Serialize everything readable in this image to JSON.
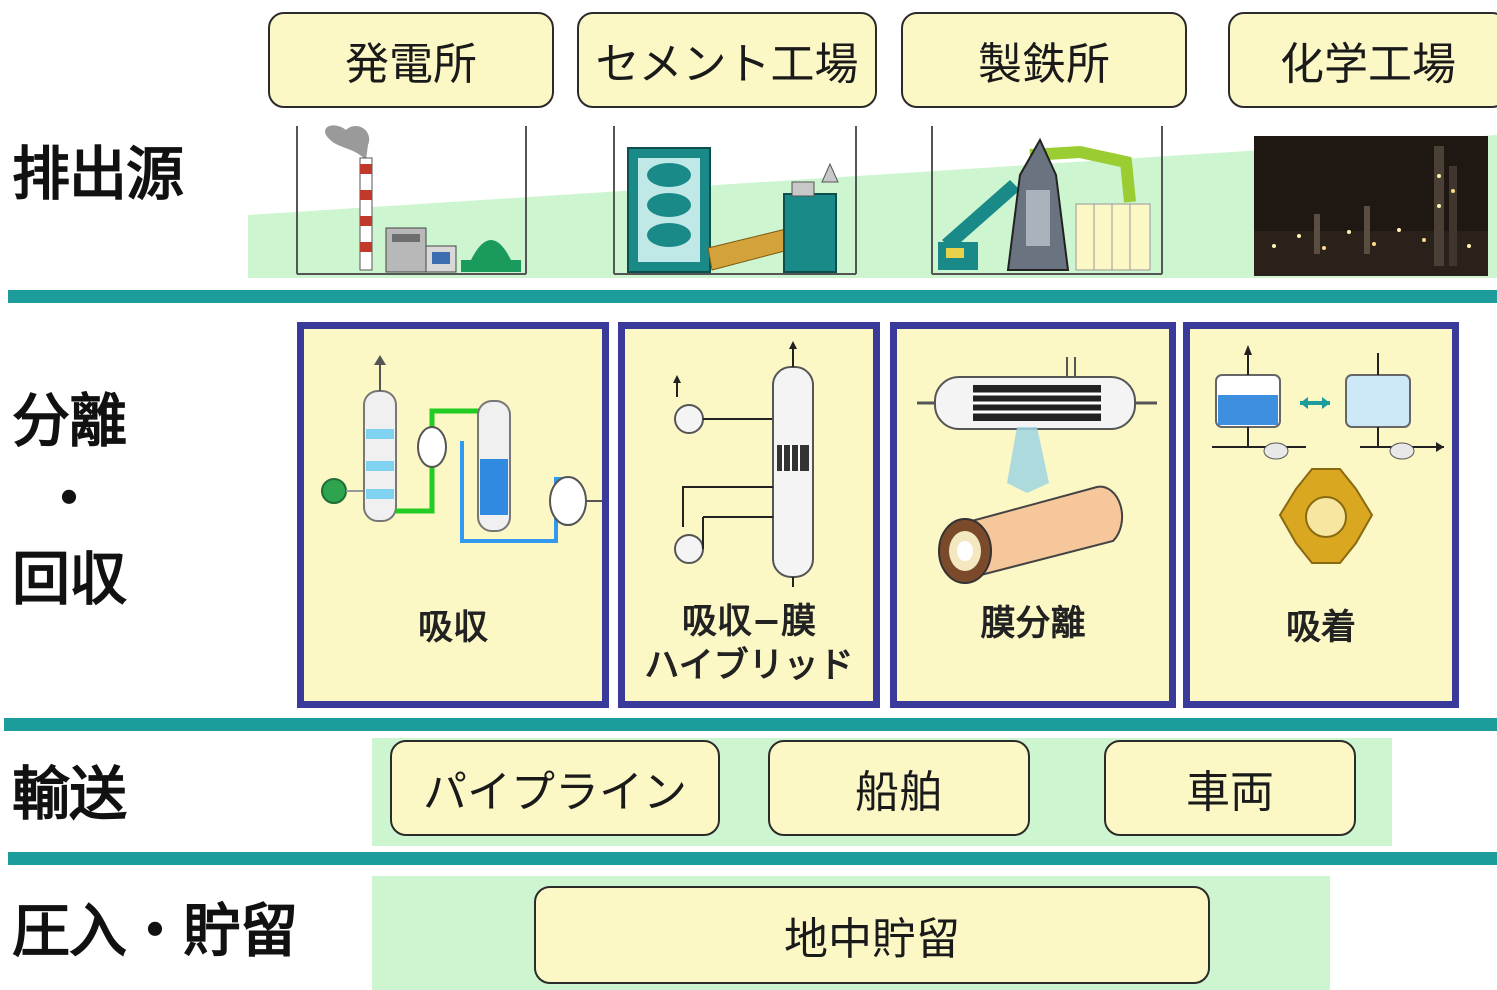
{
  "sources": {
    "label": "排出源",
    "items": [
      {
        "label": "発電所"
      },
      {
        "label": "セメント工場"
      },
      {
        "label": "製鉄所"
      },
      {
        "label": "化学工場"
      }
    ]
  },
  "capture": {
    "label_line1": "分離",
    "label_dot": "・",
    "label_line2": "回収",
    "methods": [
      {
        "label": "吸収"
      },
      {
        "label_line1": "吸収−膜",
        "label_line2": "ハイブリッド"
      },
      {
        "label": "膜分離"
      },
      {
        "label": "吸着"
      }
    ]
  },
  "transport": {
    "label": "輸送",
    "items": [
      {
        "label": "パイプライン"
      },
      {
        "label": "船舶"
      },
      {
        "label": "車両"
      }
    ]
  },
  "storage": {
    "label": "圧入・貯留",
    "item": "地中貯留"
  },
  "colors": {
    "divider": "#1c9c9a",
    "card_border": "#3a3a9a",
    "box_fill": "#fbf8c6",
    "band_green": "#cdf5cf"
  }
}
